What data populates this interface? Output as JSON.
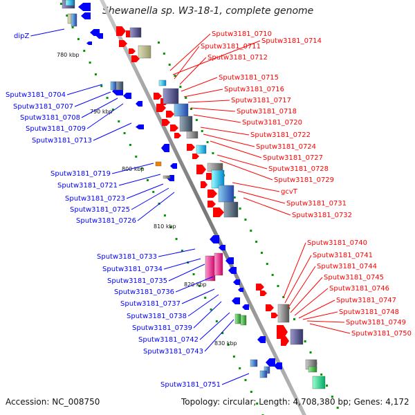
{
  "title": "Shewanella sp. W3-18-1, complete genome",
  "accession": "Accession: NC_008750",
  "summary": "Topology: circular; Length: 4,708,380 bp; Genes: 4,172",
  "ruler": [
    "780 kbp",
    "790 kbp",
    "800 kbp",
    "810 kbp",
    "820 kbp",
    "830 kbp"
  ],
  "left_labels": [
    "dipZ",
    "Sputw3181_0704",
    "Sputw3181_0707",
    "Sputw3181_0708",
    "Sputw3181_0709",
    "Sputw3181_0713",
    "Sputw3181_0719",
    "Sputw3181_0721",
    "Sputw3181_0723",
    "Sputw3181_0725",
    "Sputw3181_0726",
    "Sputw3181_0733",
    "Sputw3181_0734",
    "Sputw3181_0735",
    "Sputw3181_0736",
    "Sputw3181_0737",
    "Sputw3181_0738",
    "Sputw3181_0739",
    "Sputw3181_0742",
    "Sputw3181_0743",
    "Sputw3181_0751"
  ],
  "right_labels": [
    "Sputw3181_0710",
    "Sputw3181_0714",
    "Sputw3181_0711",
    "Sputw3181_0712",
    "Sputw3181_0715",
    "Sputw3181_0716",
    "Sputw3181_0717",
    "Sputw3181_0718",
    "Sputw3181_0720",
    "Sputw3181_0722",
    "Sputw3181_0724",
    "Sputw3181_0727",
    "Sputw3181_0728",
    "Sputw3181_0729",
    "gcvT",
    "Sputw3181_0731",
    "Sputw3181_0732",
    "Sputw3181_0740",
    "Sputw3181_0741",
    "Sputw3181_0744",
    "Sputw3181_0745",
    "Sputw3181_0746",
    "Sputw3181_0747",
    "Sputw3181_0748",
    "Sputw3181_0749",
    "Sputw3181_0750"
  ],
  "colors": {
    "forward": "#ff0000",
    "reverse": "#0000ff",
    "backbone": "#999999",
    "ruler": "#009900"
  }
}
